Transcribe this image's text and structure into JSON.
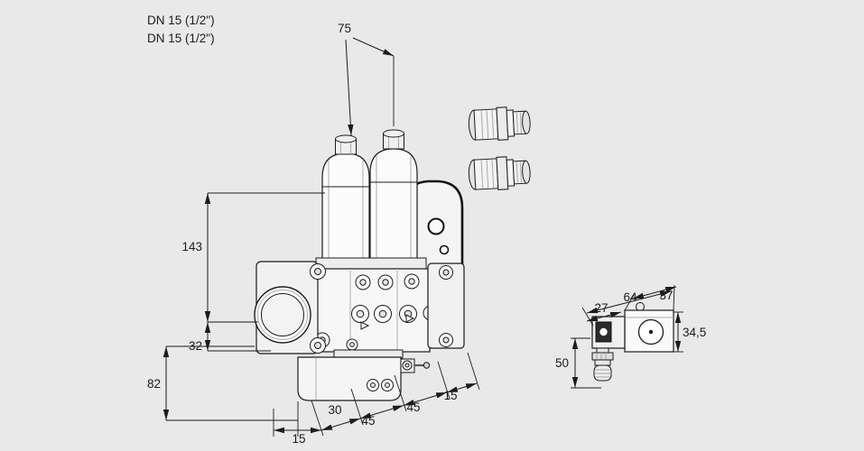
{
  "canvas": {
    "background": "#e9e9e9",
    "line_color": "#1c1c1c",
    "drawing_subject": "double-solenoid-valve-dimensional-drawing"
  },
  "labels": {
    "dn_line1": "DN 15 (1/2\")",
    "dn_line2": "DN 15 (1/2\")"
  },
  "dims": {
    "d75": "75",
    "d143": "143",
    "d32": "32",
    "d82": "82",
    "d15_bottom_left": "15",
    "d30": "30",
    "d45_a": "45",
    "d45_b": "45",
    "d15_bottom_right": "15",
    "d27": "27",
    "d64": "64",
    "d37": "37",
    "d34_5": "34,5",
    "d50": "50"
  }
}
